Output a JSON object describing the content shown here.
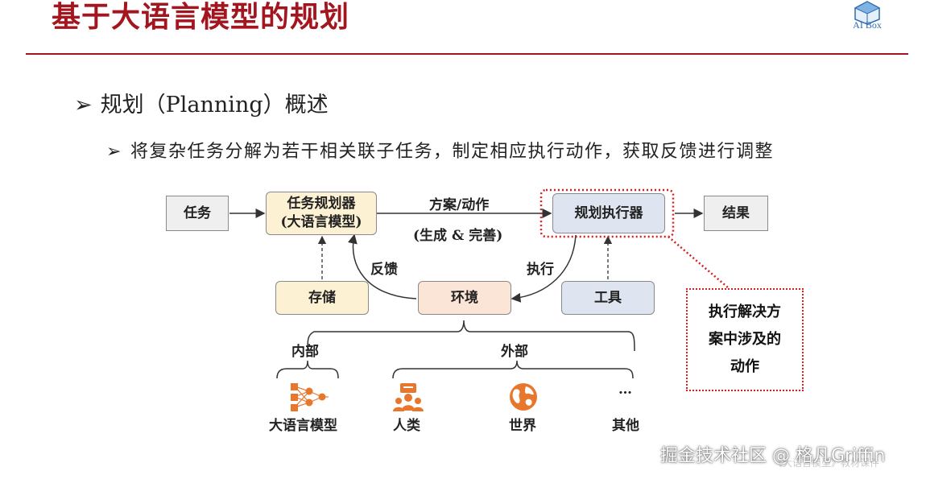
{
  "header": {
    "title": "基于大语言模型的规划",
    "logo_text": "AI Box"
  },
  "bullets": {
    "level1": "规划（Planning）概述",
    "level2": "将复杂任务分解为若干相关联子任务，制定相应执行动作，获取反馈进行调整",
    "marker": "➢"
  },
  "diagram": {
    "task": "任务",
    "planner_line1": "任务规划器",
    "planner_line2": "(大语言模型)",
    "executor": "规划执行器",
    "result": "结果",
    "storage": "存储",
    "environment": "环境",
    "tools": "工具",
    "edge_plan_action": "方案/动作",
    "edge_generate": "(生成 & 完善)",
    "edge_feedback": "反馈",
    "edge_execute": "执行",
    "internal": "内部",
    "external": "外部",
    "items": {
      "llm": "大语言模型",
      "human": "人类",
      "world": "世界",
      "ellipsis": "…",
      "other": "其他"
    },
    "note_line1": "执行解决方",
    "note_line2": "案中涉及的",
    "note_line3": "动作"
  },
  "watermark": {
    "main": "掘金技术社区 @ 格凡Griffin",
    "faint": "《大语言模型》教材课件"
  },
  "colors": {
    "title": "#a3161f",
    "highlight_dotted": "#d62020",
    "icon_orange": "#e8772e"
  }
}
